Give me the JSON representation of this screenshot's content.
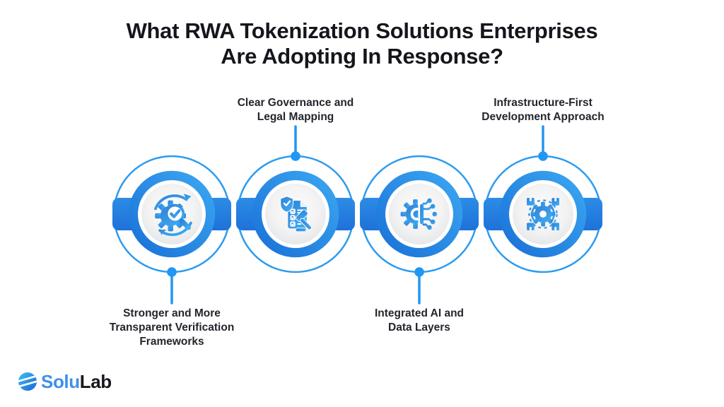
{
  "title": {
    "line1": "What RWA Tokenization Solutions Enterprises",
    "line2": "Are Adopting In Response?"
  },
  "items": [
    {
      "name": "stronger-transparent-verification-frameworks",
      "label_lines": [
        "Stronger and More",
        "Transparent Verification",
        "Frameworks"
      ],
      "label_position": "below",
      "icon": "gear-magnifier-check-icon"
    },
    {
      "name": "clear-governance-legal-mapping",
      "label_lines": [
        "Clear Governance and",
        "Legal Mapping"
      ],
      "label_position": "above",
      "icon": "checklist-shield-gavel-icon"
    },
    {
      "name": "integrated-ai-data-layers",
      "label_lines": [
        "Integrated AI and",
        "Data Layers"
      ],
      "label_position": "below",
      "icon": "half-gear-circuit-icon"
    },
    {
      "name": "infrastructure-first-development-approach",
      "label_lines": [
        "Infrastructure-First",
        "Development Approach"
      ],
      "label_position": "above",
      "icon": "gear-blockchain-blocks-icon"
    }
  ],
  "logo": {
    "text_primary": "Solu",
    "text_secondary": "Lab",
    "icon": "solulab-sphere-icon"
  },
  "colors": {
    "accent_ring_dark": "#1a72d8",
    "accent_ring_light": "#3ba6f1",
    "tab_blue": "#2278de",
    "thin_ring_blue": "#2b9bef",
    "connector_blue": "#2196f3",
    "icon_blue_dark": "#2e82da",
    "icon_blue_light": "#41aef0",
    "title_text": "#14161b",
    "label_text": "#22252b",
    "logo_blue": "#3f90e9",
    "logo_dark": "#17191e",
    "background": "#ffffff"
  }
}
